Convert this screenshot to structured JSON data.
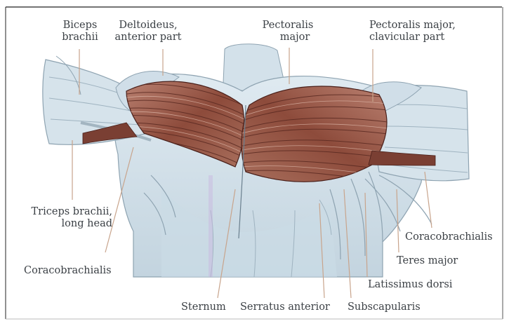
{
  "labels": {
    "biceps_line1": "Biceps",
    "biceps_line2": "brachii",
    "deltoid_line1": "Deltoideus,",
    "deltoid_line2": "anterior part",
    "pect_major_line1": "Pectoralis",
    "pect_major_line2": "major",
    "pect_clav_line1": "Pectoralis major,",
    "pect_clav_line2": "clavicular part",
    "triceps_line1": "Triceps brachii,",
    "triceps_line2": "long head",
    "coracobrachialis_left": "Coracobrachialis",
    "coracobrachialis_right": "Coracobrachialis",
    "teres_major": "Teres major",
    "latissimus": "Latissimus dorsi",
    "sternum": "Sternum",
    "serratus": "Serratus anterior",
    "subscapularis": "Subscapularis"
  },
  "colors": {
    "skin_light": "#e4eef4",
    "skin_mid": "#b9ccd8",
    "skin_dark": "#7e95a4",
    "muscle_light": "#c99685",
    "muscle_mid": "#9a5a48",
    "muscle_dark": "#5a2a22",
    "leader_line": "#c8a48c",
    "text": "#3a3f44"
  }
}
